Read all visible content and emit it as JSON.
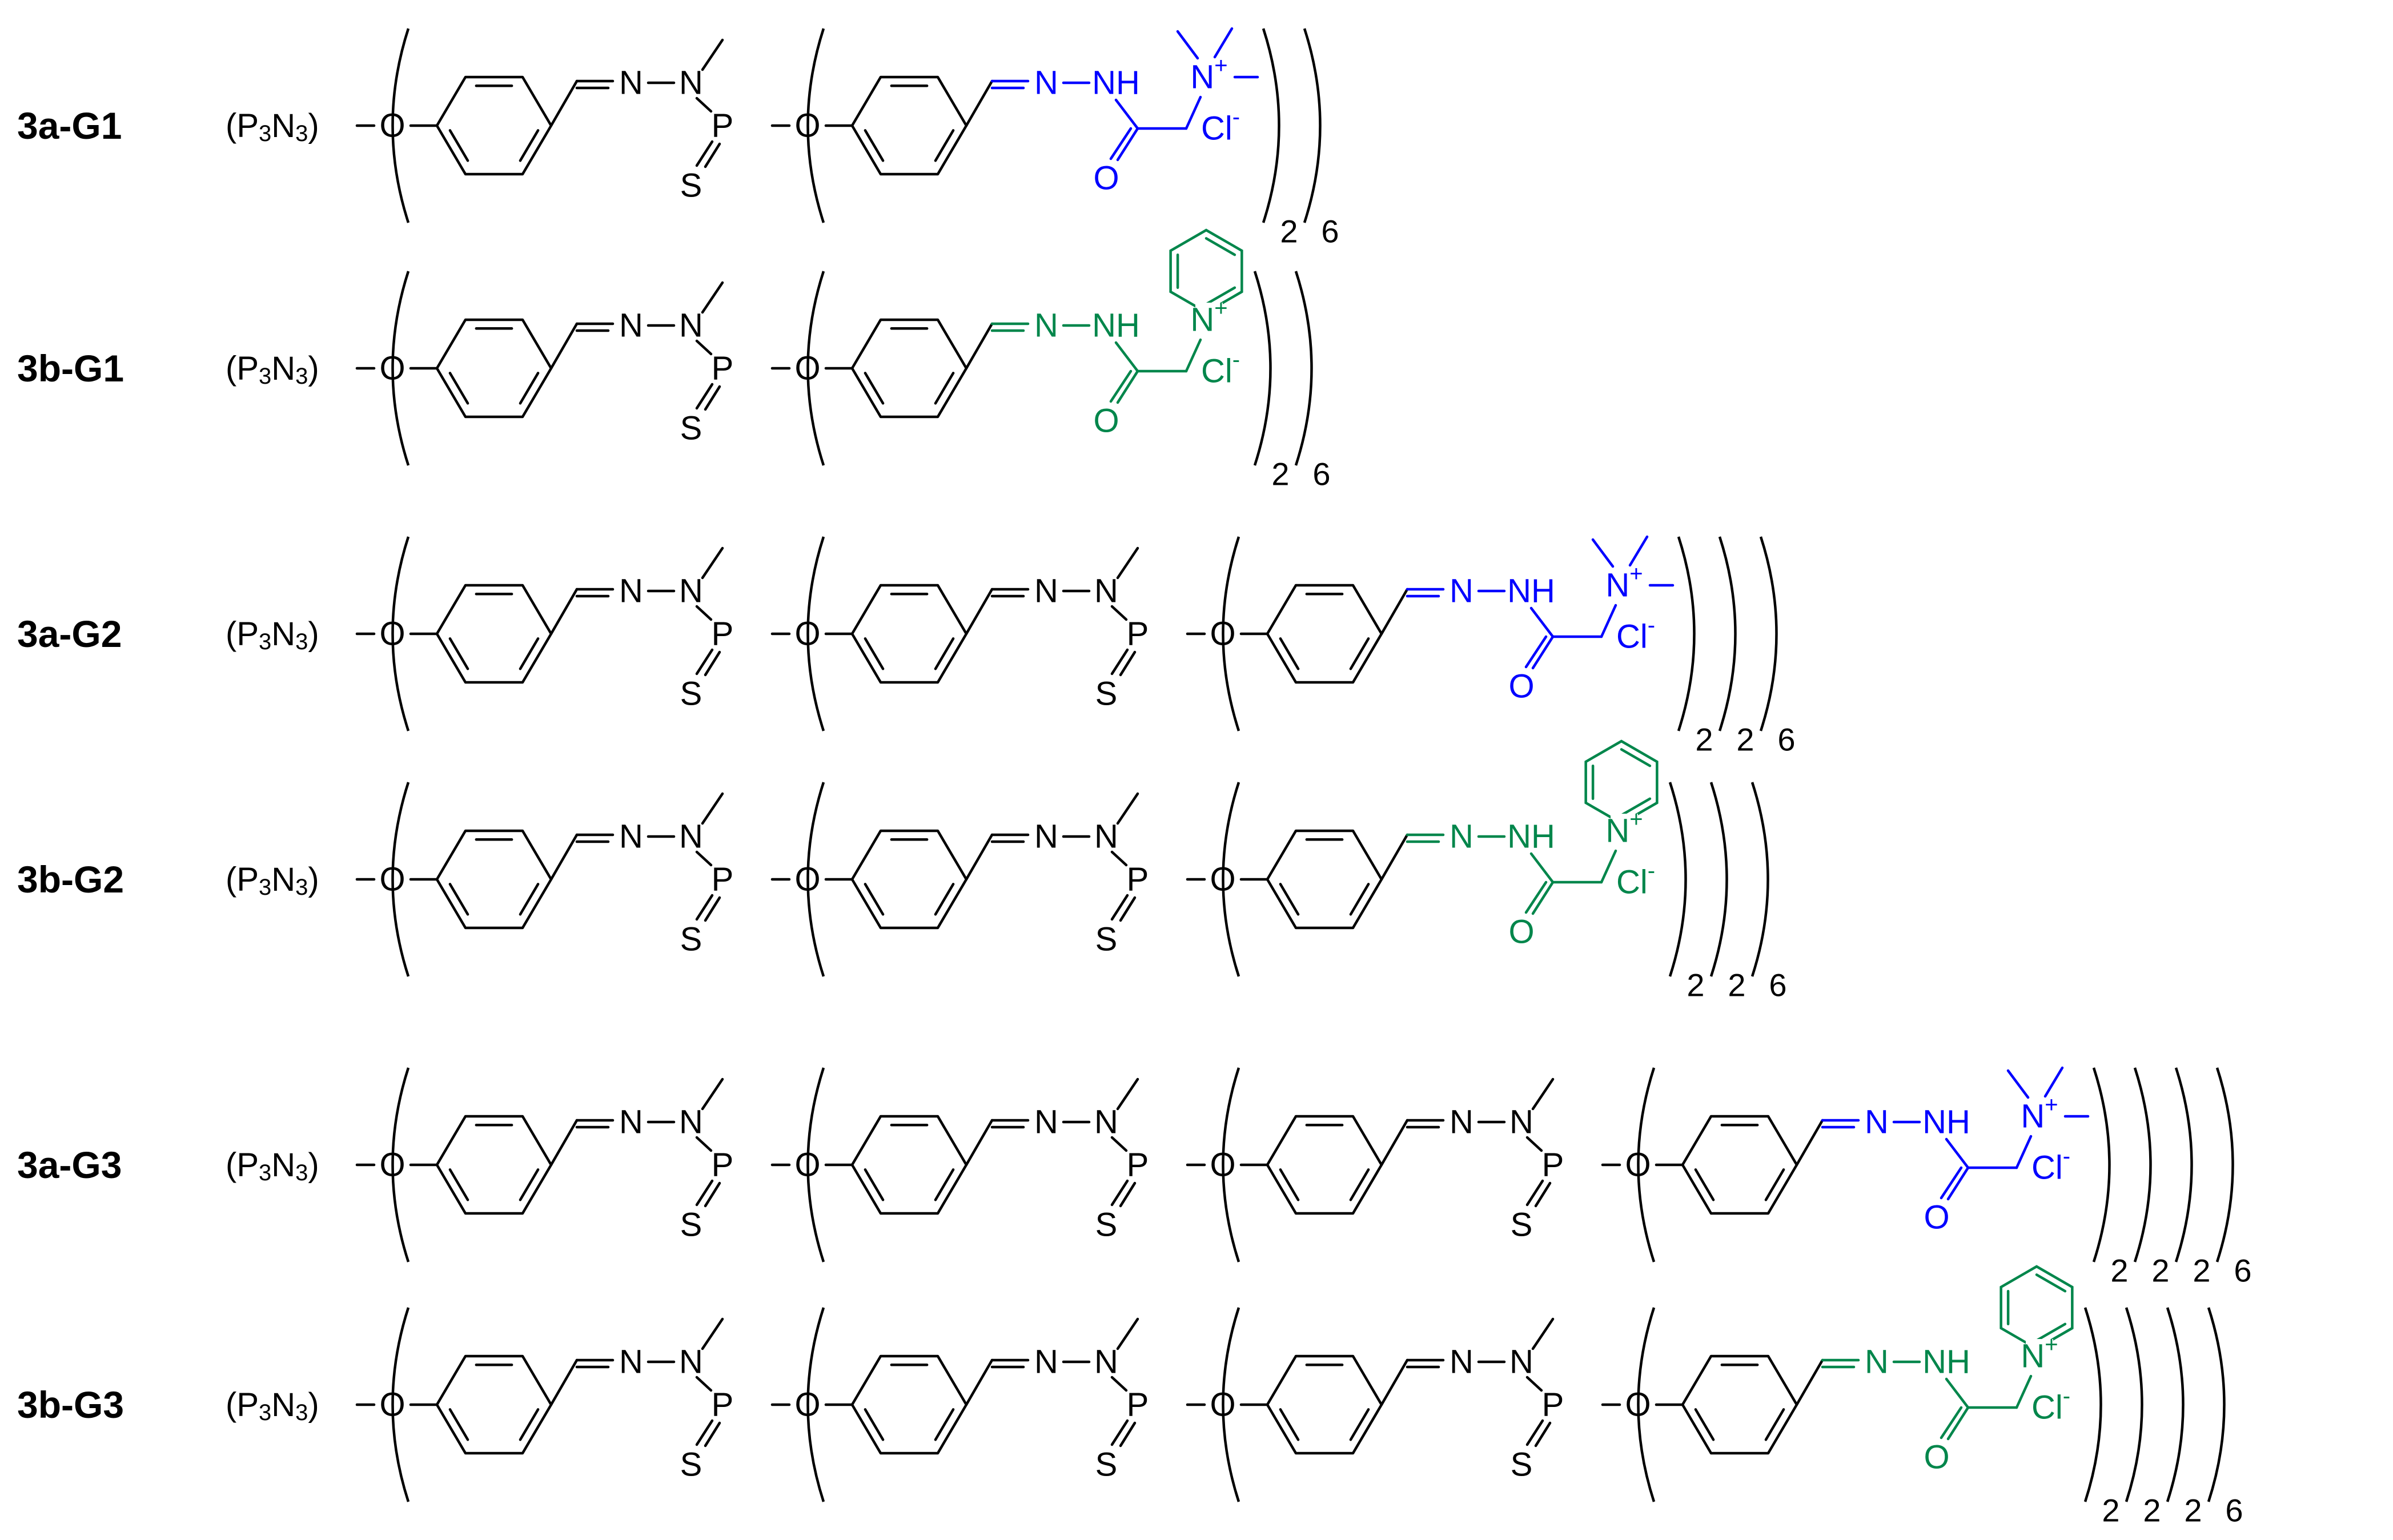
{
  "colors": {
    "core": "#000000",
    "ammonium": "#0000ff",
    "pyridinium": "#00864b"
  },
  "symbols": {
    "o": "O",
    "n": "N",
    "p": "P",
    "s": "S",
    "nh": "NH",
    "cl": "Cl",
    "minus": "-",
    "plus": "+",
    "core_open": "(P",
    "core_close": ")"
  },
  "rows": [
    {
      "label": "3a-G1",
      "generation": 1,
      "terminal": "ammonium",
      "multipliers": [
        "2",
        "6"
      ]
    },
    {
      "label": "3b-G1",
      "generation": 1,
      "terminal": "pyridinium",
      "multipliers": [
        "2",
        "6"
      ]
    },
    {
      "label": "3a-G2",
      "generation": 2,
      "terminal": "ammonium",
      "multipliers": [
        "2",
        "2",
        "6"
      ]
    },
    {
      "label": "3b-G2",
      "generation": 2,
      "terminal": "pyridinium",
      "multipliers": [
        "2",
        "2",
        "6"
      ]
    },
    {
      "label": "3a-G3",
      "generation": 3,
      "terminal": "ammonium",
      "multipliers": [
        "2",
        "2",
        "2",
        "6"
      ]
    },
    {
      "label": "3b-G3",
      "generation": 3,
      "terminal": "pyridinium",
      "multipliers": [
        "2",
        "2",
        "2",
        "6"
      ]
    }
  ]
}
